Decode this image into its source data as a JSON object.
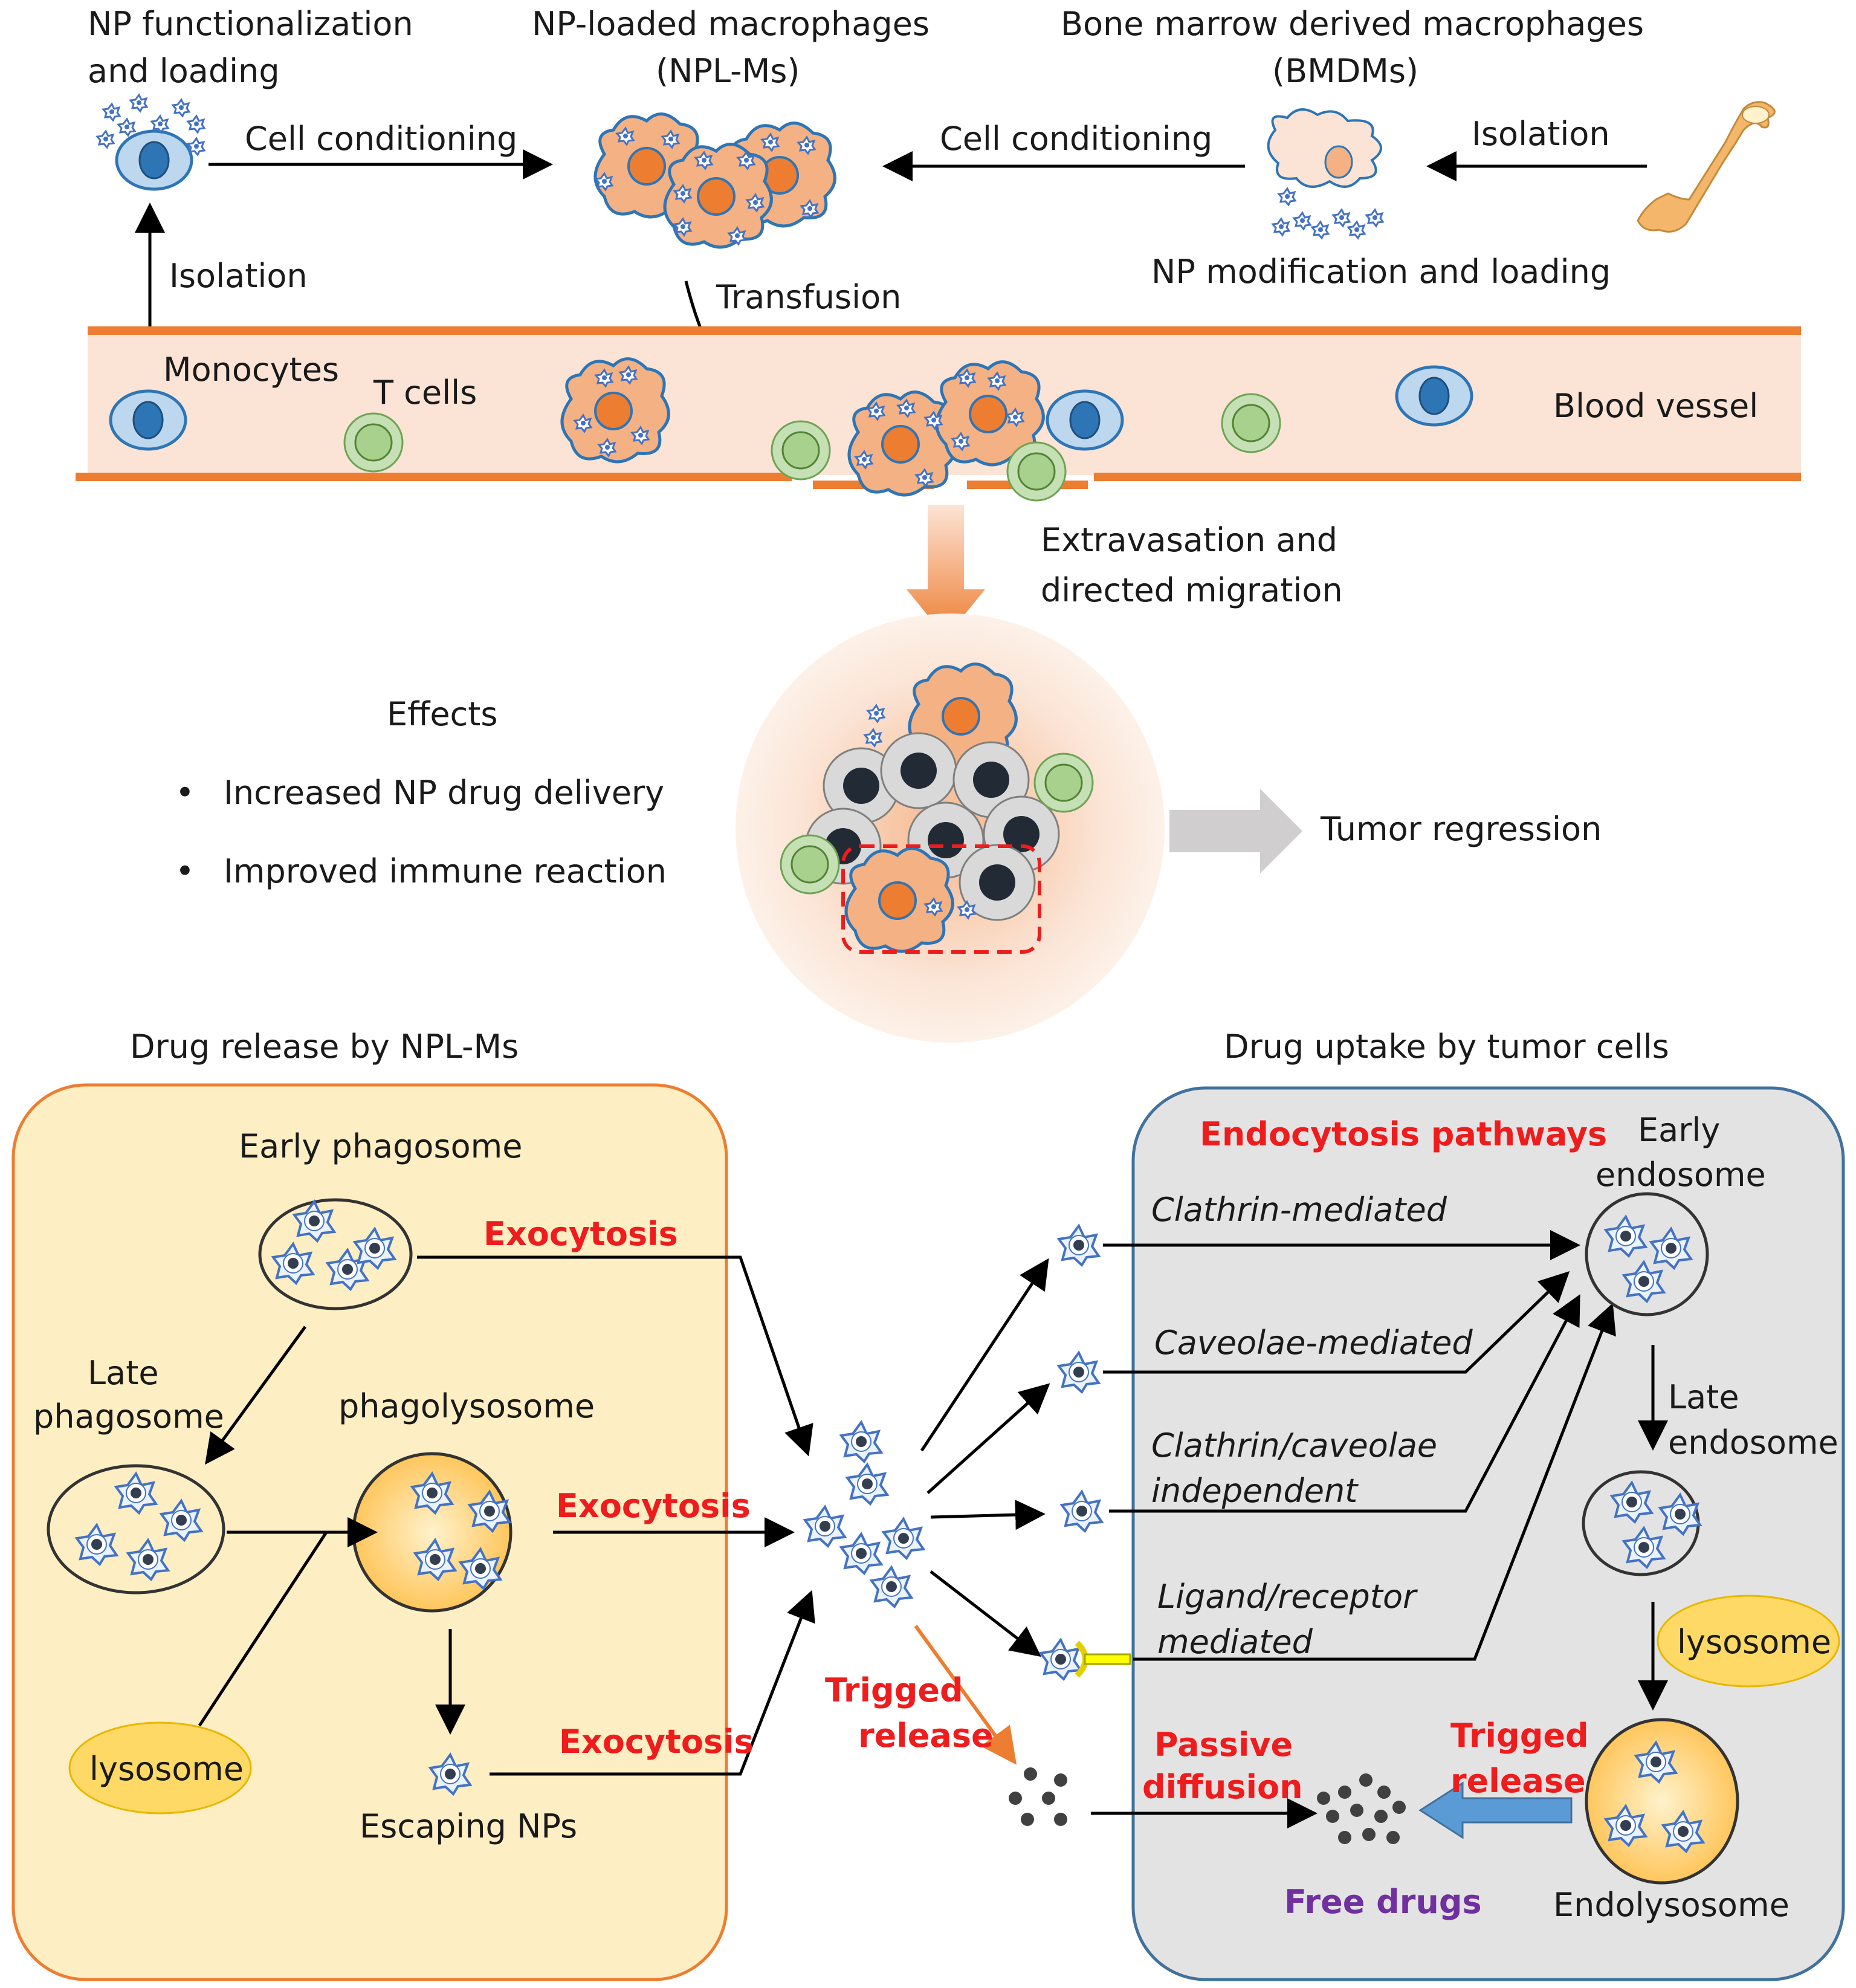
{
  "labels": {
    "np_func_1": "NP functionalization",
    "np_func_2": "and loading",
    "nplm_1": "NP-loaded macrophages",
    "nplm_2": "(NPL-Ms)",
    "bmdm_1": "Bone marrow derived macrophages",
    "bmdm_2": "(BMDMs)",
    "cell_conditioning_left": "Cell conditioning",
    "cell_conditioning_right": "Cell conditioning",
    "isolation_right": "Isolation",
    "isolation_left": "Isolation",
    "np_modification": "NP modification and loading",
    "transfusion": "Transfusion",
    "monocytes": "Monocytes",
    "t_cells": "T cells",
    "blood_vessel": "Blood vessel",
    "extravasation_1": "Extravasation and",
    "extravasation_2": "directed migration",
    "effects_title": "Effects",
    "effect_1": "Increased NP drug delivery",
    "effect_2": "Improved immune reaction",
    "bullet": "•",
    "tumor_regression": "Tumor regression",
    "drug_release_title": "Drug release by NPL-Ms",
    "drug_uptake_title": "Drug uptake by tumor cells",
    "early_phagosome": "Early phagosome",
    "late_phagosome_1": "Late",
    "late_phagosome_2": "phagosome",
    "phagolysosome": "phagolysosome",
    "lysosome_left": "lysosome",
    "escaping_nps": "Escaping NPs",
    "exocytosis_1": "Exocytosis",
    "exocytosis_2": "Exocytosis",
    "exocytosis_3": "Exocytosis",
    "trigged_release_left_1": "Trigged",
    "trigged_release_left_2": "release",
    "endocytosis_pathways": "Endocytosis pathways",
    "clathrin_mediated": "Clathrin-mediated",
    "caveolae_mediated": "Caveolae-mediated",
    "clathrin_caveolae_1": "Clathrin/caveolae",
    "clathrin_caveolae_2": "independent",
    "ligand_receptor_1": "Ligand/receptor",
    "ligand_receptor_2": "mediated",
    "early_endosome_1": "Early",
    "early_endosome_2": "endosome",
    "late_endosome_1": "Late",
    "late_endosome_2": "endosome",
    "lysosome_right": "lysosome",
    "endolysosome": "Endolysosome",
    "passive_diffusion_1": "Passive",
    "passive_diffusion_2": "diffusion",
    "trigged_release_right_1": "Trigged",
    "trigged_release_right_2": "release",
    "free_drugs": "Free drugs"
  },
  "colors": {
    "vessel_wall": "#ed7d31",
    "vessel_fill": "#fbe4d5",
    "macrophage_fill": "#f4b183",
    "macrophage_nucleus": "#ed7d31",
    "monocyte_fill": "#bdd7ee",
    "monocyte_nucleus": "#2e75b6",
    "t_cell": "#a9d18e",
    "tumor_cell": "#d9d9d9",
    "tumor_nucleus": "#222a35",
    "left_panel": "#fdeec3",
    "left_panel_border": "#ed7d31",
    "right_panel": "#e4e3e4",
    "right_panel_border": "#41719c",
    "lysosome": "#ffd966",
    "label_red": "#ee1c1c",
    "free_drugs": "#7030a0",
    "np": "#4472c4"
  }
}
